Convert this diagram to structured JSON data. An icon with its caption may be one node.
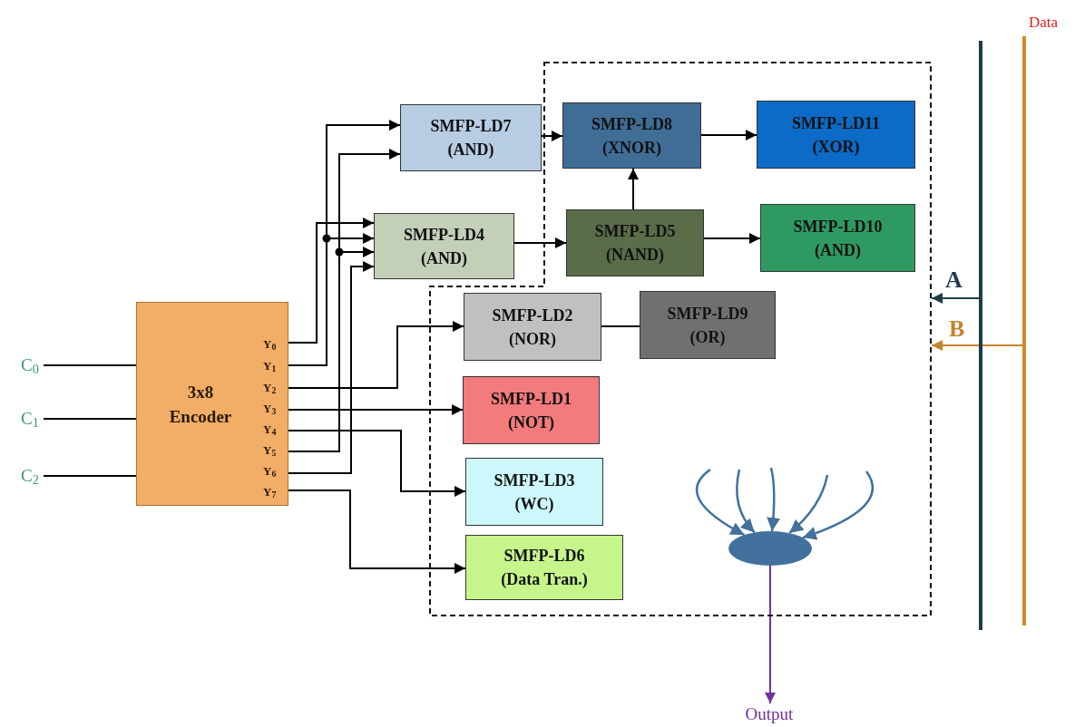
{
  "diagram": {
    "nodes": [
      {
        "text": [
          "C$_{0}$"
        ]
      },
      {
        "text": [
          "C$_{1}$"
        ]
      },
      {
        "text": [
          "C$_{2}$"
        ]
      },
      {
        "text": [
          "3x8 Encoder"
        ]
      },
      {
        "text": [
          "SMFP-LD7",
          "(AND)"
        ]
      },
      {
        "text": [
          "SMFP-LD4",
          "(AND)"
        ]
      },
      {
        "text": [],
        "shape": "box"
      },
      {
        "text": [
          "SMFP-LD8",
          "(XNOR)"
        ],
        "in": 6
      },
      {
        "text": [
          "SMFP-LD11",
          "(XOR)"
        ],
        "in": 6
      },
      {
        "text": [
          "SMFP-LD5",
          "(NAND)"
        ],
        "in": 6
      },
      {
        "text": [
          "SMFP-LD10",
          "(AND)"
        ],
        "in": 6
      },
      {
        "text": [
          "SMFP-LD2",
          "(NOR)"
        ],
        "in": 6
      },
      {
        "text": [
          "SMFP-LD9",
          "(OR)"
        ],
        "in": 6
      },
      {
        "text": [
          "SMFP-LD1",
          "(NOT)"
        ],
        "in": 6
      },
      {
        "text": [
          "SMFP-LD3",
          "(WC)"
        ],
        "in": 6
      },
      {
        "text": [
          "SMFP-LD6",
          "(Data Tran.)"
        ],
        "in": 6
      },
      {
        "text": [],
        "shape": "ellipse",
        "in": 6
      },
      {
        "text": [
          "Output"
        ]
      },
      {
        "text": [],
        "shape": "bar"
      },
      {
        "text": [],
        "shape": "bar",
        "beside": [
          "Data"
        ]
      }
    ],
    "edges": [
      {
        "from": 0,
        "to": 3,
        "arrow": "none"
      },
      {
        "from": 1,
        "to": 3,
        "arrow": "none"
      },
      {
        "from": 2,
        "to": 3,
        "arrow": "none"
      },
      {
        "from": 3,
        "to": 5,
        "arrow": "to"
      },
      {
        "from": 3,
        "to": 4,
        "arrow": "to"
      },
      {
        "from": 3,
        "to": 5,
        "arrow": "to"
      },
      {
        "from": 3,
        "to": 4,
        "arrow": "to"
      },
      {
        "from": 3,
        "to": 5,
        "arrow": "to"
      },
      {
        "from": 3,
        "to": 5,
        "arrow": "to"
      },
      {
        "from": 3,
        "to": 11,
        "arrow": "to"
      },
      {
        "from": 3,
        "to": 13,
        "arrow": "to"
      },
      {
        "from": 3,
        "to": 14,
        "arrow": "to"
      },
      {
        "from": 3,
        "to": 15,
        "arrow": "to"
      },
      {
        "from": 4,
        "to": 7,
        "arrow": "to"
      },
      {
        "from": 5,
        "to": 9,
        "arrow": "to"
      },
      {
        "from": 9,
        "to": 7,
        "arrow": "to"
      },
      {
        "from": 7,
        "to": 8,
        "arrow": "to"
      },
      {
        "from": 9,
        "to": 10,
        "arrow": "to"
      },
      {
        "from": 11,
        "to": 12,
        "arrow": "none"
      },
      {
        "from": 18,
        "to": 6,
        "arrow": "to",
        "label": "A",
        "color": "#1f3b4d"
      },
      {
        "from": 19,
        "to": 6,
        "arrow": "to",
        "label": "B",
        "color": "#c5832a"
      },
      {
        "from": null,
        "to": 16,
        "arrow": "to",
        "color": "#41719c"
      },
      {
        "from": null,
        "to": 16,
        "arrow": "to",
        "color": "#41719c"
      },
      {
        "from": null,
        "to": 16,
        "arrow": "to",
        "color": "#41719c"
      },
      {
        "from": null,
        "to": 16,
        "arrow": "to",
        "color": "#41719c"
      },
      {
        "from": null,
        "to": 16,
        "arrow": "to",
        "color": "#41719c"
      },
      {
        "from": 16,
        "to": 17,
        "arrow": "to",
        "color": "#7030a0"
      }
    ],
    "labels": [
      "Y$_{0}$",
      "Y$_{1}$",
      "Y$_{2}$",
      "Y$_{3}$",
      "Y$_{4}$",
      "Y$_{5}$",
      "Y$_{6}$",
      "Y$_{7}$"
    ]
  }
}
